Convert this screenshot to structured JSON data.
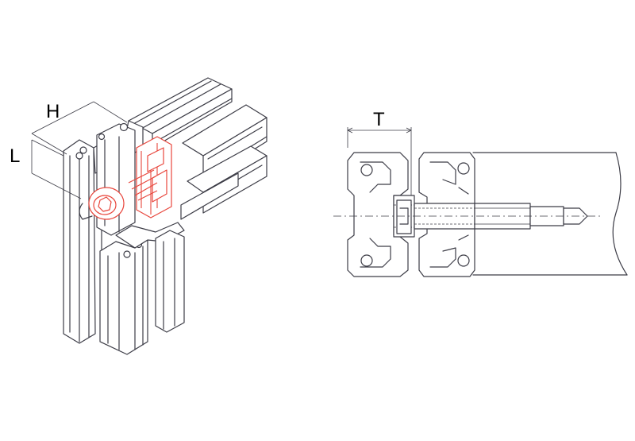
{
  "labels": {
    "H": "H",
    "L": "L",
    "T": "T"
  },
  "colors": {
    "line": "#3c3c46",
    "highlight": "#e8463c",
    "background": "#ffffff"
  }
}
